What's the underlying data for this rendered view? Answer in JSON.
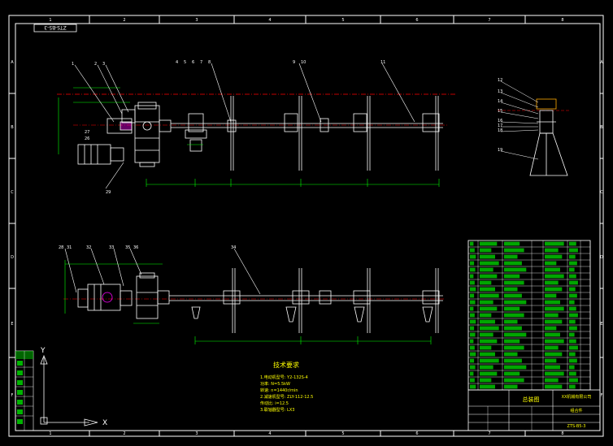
{
  "frame": {
    "grid_top": [
      "1",
      "2",
      "3",
      "4",
      "5",
      "6",
      "7",
      "8"
    ],
    "grid_bottom": [
      "1",
      "2",
      "3",
      "4",
      "5",
      "6",
      "7",
      "8"
    ],
    "grid_left": [
      "A",
      "B",
      "C",
      "D",
      "E",
      "F"
    ],
    "grid_right": [
      "A",
      "B",
      "C",
      "D",
      "E",
      "F"
    ],
    "stamp": "ZTS-B5-3"
  },
  "balloons_top": [
    "1",
    "2",
    "3",
    "4",
    "5",
    "6",
    "7",
    "8",
    "9",
    "10",
    "11"
  ],
  "balloons_bottom": [
    "28",
    "31",
    "32",
    "33",
    "34",
    "35",
    "36"
  ],
  "balloons_side": [
    "12",
    "13",
    "14",
    "15",
    "16",
    "17",
    "18",
    "19"
  ],
  "motor_labels": [
    "27",
    "26",
    "29"
  ],
  "notes": {
    "title": "技术要求",
    "lines": [
      "1.电动机型号: Y2-132S-4",
      "   功率: N=5.5kW",
      "   转速: n=1440r/min",
      "2.减速机型号: ZLY-112-12.5",
      "   传动比: i=12.5",
      "3.联轴器型号: LX3"
    ]
  },
  "title_block": {
    "drawing_name": "总装图",
    "company": "XX机械有限公司",
    "material": "组合件",
    "drawing_no": "ZTS-B5-3"
  },
  "colors": {
    "frame": "#ffffff",
    "outline": "#ffffff",
    "dimension": "#00ff00",
    "center_line": "#ff0000",
    "balloon": "#ffffff",
    "table": "#00ff00",
    "text": "#ffff00"
  },
  "ucs": {
    "x_axis": "X",
    "y_axis": "Y"
  }
}
